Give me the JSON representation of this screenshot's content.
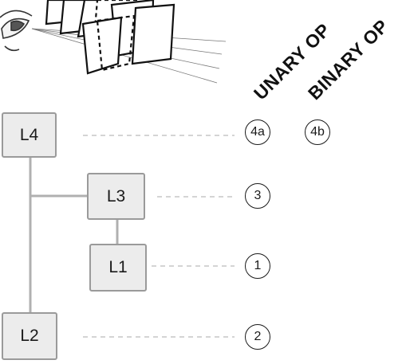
{
  "headers": {
    "unary": "UNARY OP",
    "binary": "BINARY OP"
  },
  "boxes": {
    "l4": "L4",
    "l3": "L3",
    "l1": "L1",
    "l2": "L2"
  },
  "markers": {
    "m4a": "4a",
    "m4b": "4b",
    "m3": "3",
    "m1": "1",
    "m2": "2"
  },
  "colors": {
    "box_fill": "#ececec",
    "box_border": "#9a9a9a",
    "connector": "#b0b0b0",
    "dashed": "#a8a8a8"
  }
}
